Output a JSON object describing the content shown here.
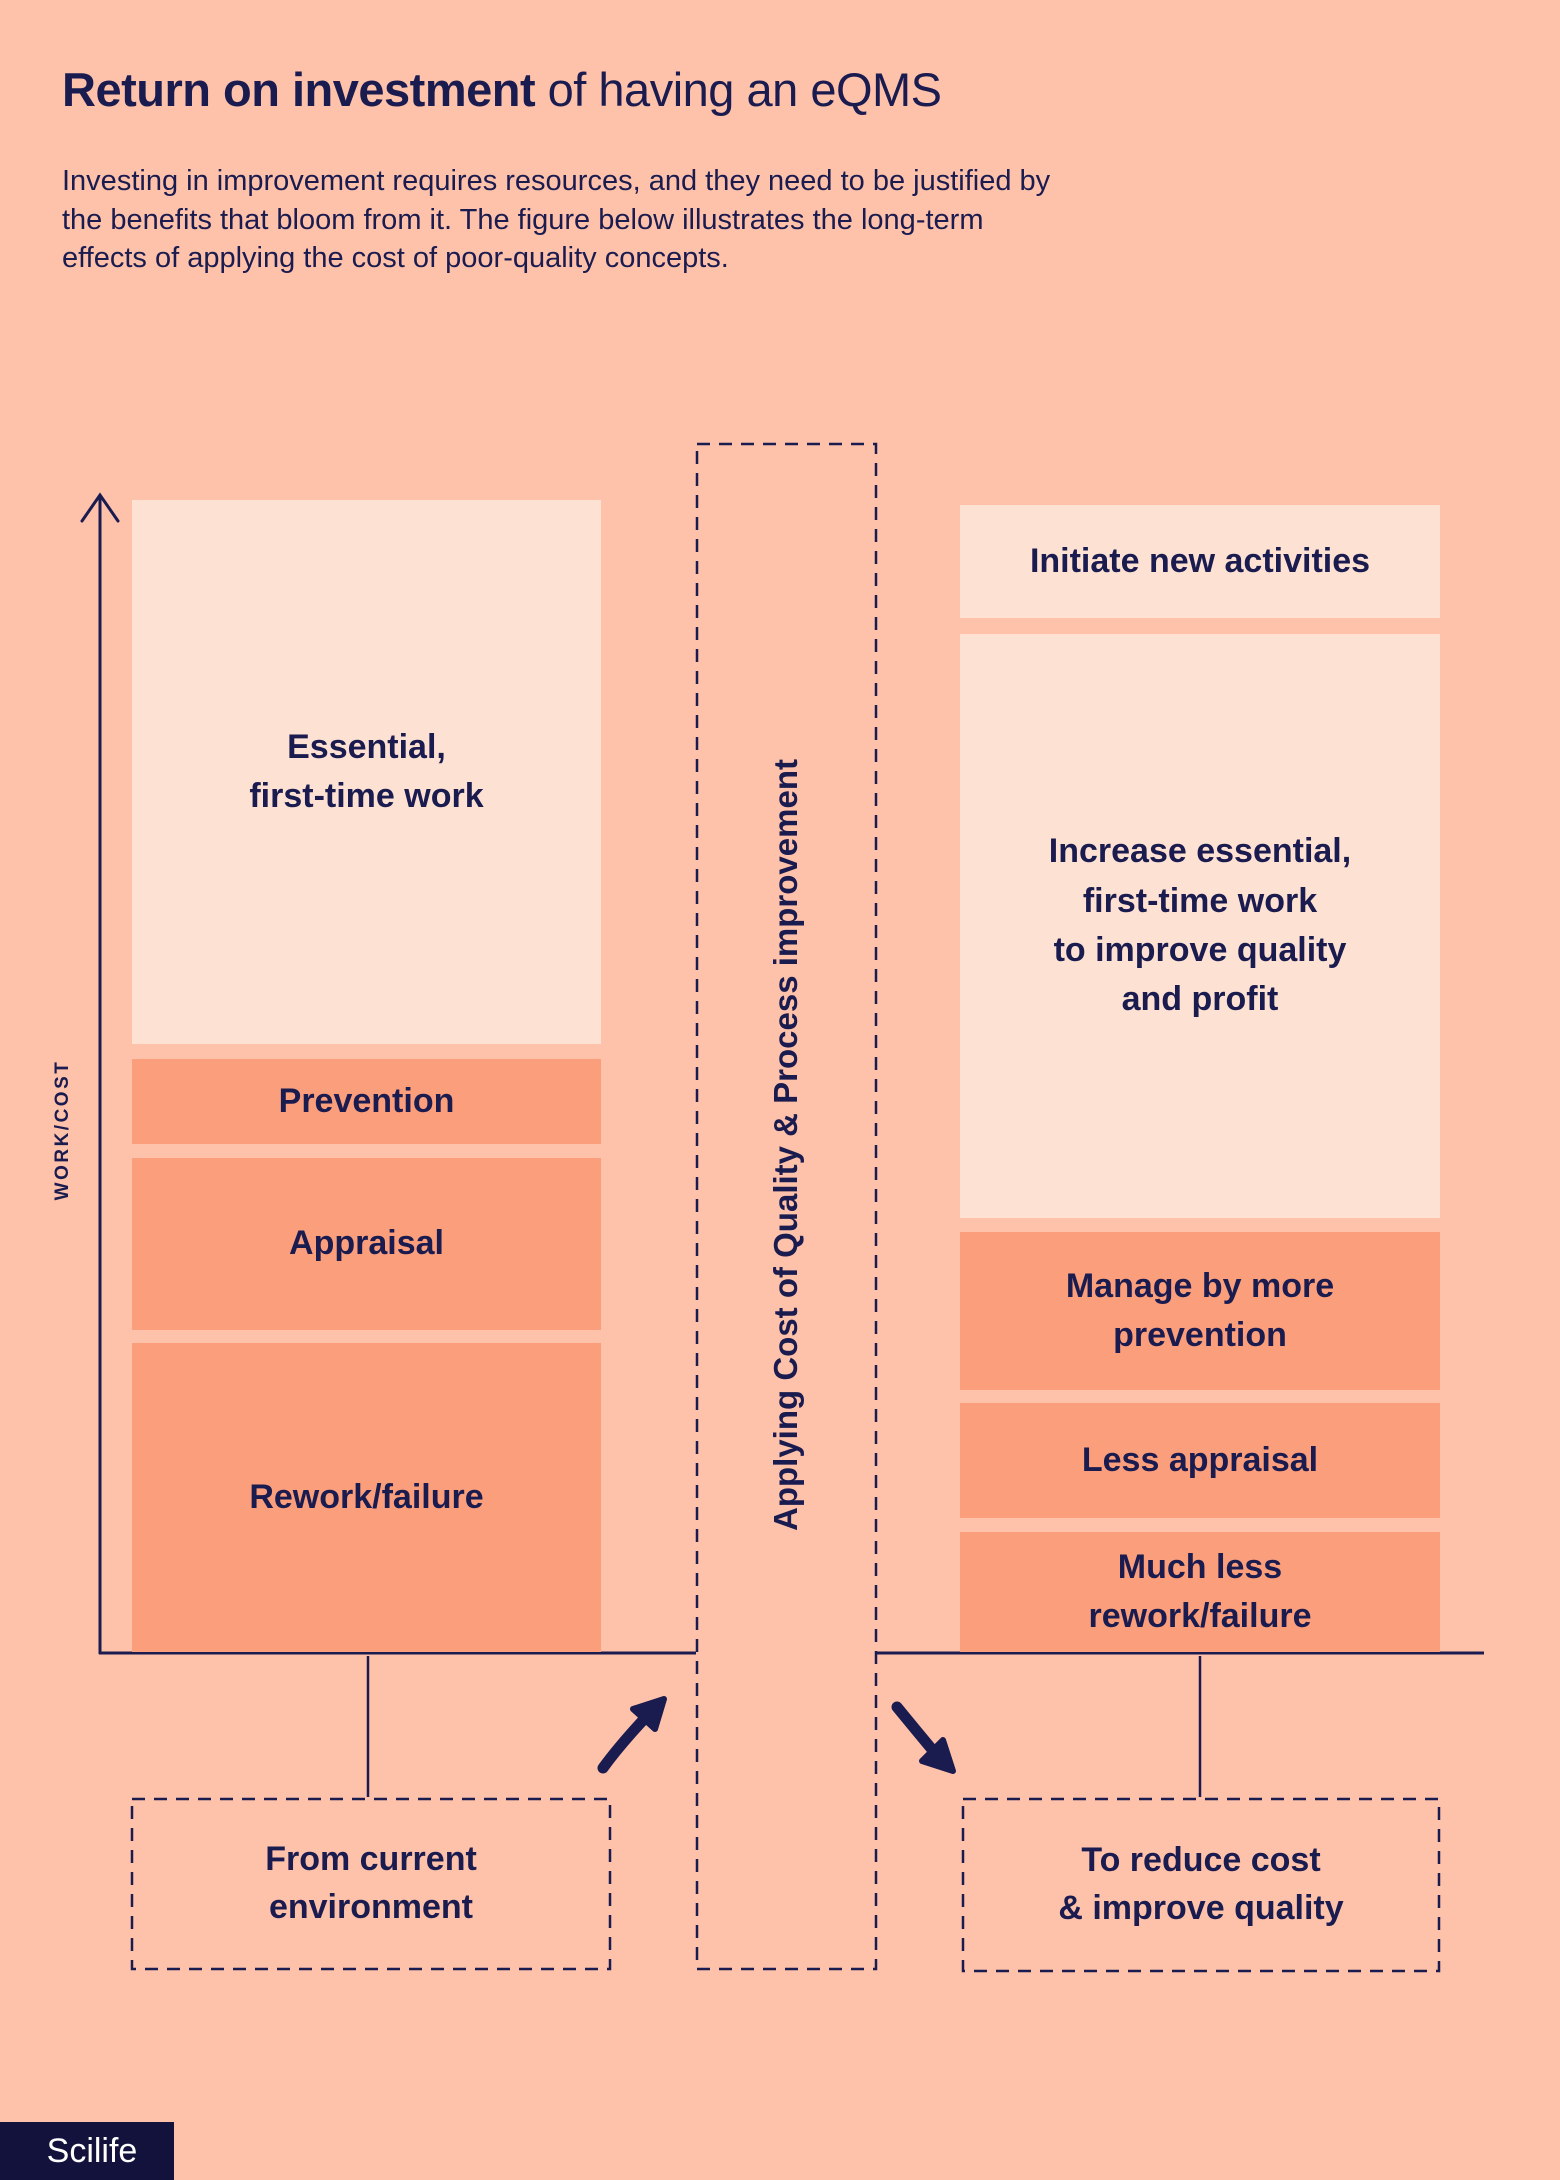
{
  "colors": {
    "background": "#fec2ab",
    "cream_block": "#fde1d3",
    "salmon_block": "#fb9e7b",
    "navy": "#1a1b4f",
    "logo_background": "#12123c",
    "logo_text_color": "#ffffff"
  },
  "header": {
    "title_bold": "Return on investment",
    "title_regular": " of having an eQMS",
    "intro": "Investing in improvement requires resources, and they need to be justified by\nthe benefits that bloom from it. The figure below illustrates the long-term\neffects of applying the cost of poor-quality concepts."
  },
  "diagram": {
    "y_axis_label": "WORK/COST",
    "center_column_label": "Applying Cost of Quality & Process improvement",
    "left_bar": {
      "caption": "From current\nenvironment",
      "blocks": [
        {
          "label": "Essential,\nfirst-time work"
        },
        {
          "label": "Prevention"
        },
        {
          "label": "Appraisal"
        },
        {
          "label": "Rework/failure"
        }
      ]
    },
    "right_bar": {
      "caption": "To reduce cost\n& improve quality",
      "blocks": [
        {
          "label": "Initiate new activities"
        },
        {
          "label": "Increase essential,\nfirst-time work\nto improve quality\nand profit"
        },
        {
          "label": "Manage by more\nprevention"
        },
        {
          "label": "Less appraisal"
        },
        {
          "label": "Much less\nrework/failure"
        }
      ]
    }
  },
  "footer": {
    "logo_text": "Scilife"
  }
}
